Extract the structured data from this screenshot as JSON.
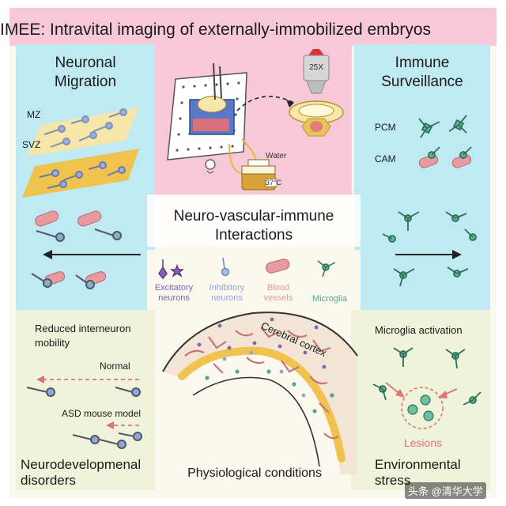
{
  "title": "IMEE: Intravital imaging of externally-immobilized embryos",
  "panels": {
    "neuronal_migration": {
      "title_line1": "Neuronal",
      "title_line2": "Migration",
      "mz": "MZ",
      "svz": "SVZ"
    },
    "immune_surveillance": {
      "title_line1": "Immune",
      "title_line2": "Surveillance",
      "pcm": "PCM",
      "cam": "CAM"
    },
    "setup": {
      "objective": "25X",
      "water": "Water",
      "temp": "37°C"
    },
    "interactions": {
      "title_line1": "Neuro-vascular-immune",
      "title_line2": "Interactions"
    },
    "legend": [
      {
        "label_line1": "Excitatory",
        "label_line2": "neurons",
        "color": "#8b5fb8"
      },
      {
        "label_line1": "Inhibitory",
        "label_line2": "neurons",
        "color": "#8fa6d6"
      },
      {
        "label_line1": "Blood",
        "label_line2": "vessels",
        "color": "#e89aa0"
      },
      {
        "label_line1": "Microglia",
        "label_line2": "",
        "color": "#4fa98a"
      }
    ],
    "neurodevelopmental": {
      "note_line1": "Reduced interneuron",
      "note_line2": "mobility",
      "normal": "Normal",
      "asd": "ASD mouse model",
      "title_line1": "Neurodevelopmenal",
      "title_line2": "disorders"
    },
    "physiological": {
      "cortex_label": "Cerebral cortex",
      "title": "Physiological conditions"
    },
    "environmental": {
      "microglia_activation": "Microglia activation",
      "lesions": "Lesions",
      "title_line1": "Environmental",
      "title_line2": "stress"
    }
  },
  "watermark": "头条 @清华大学",
  "colors": {
    "pink_bg": "#f7c9d8",
    "cyan_bg": "#bfe9f3",
    "cream_bg": "#fbf8ee",
    "green_bg": "#eef3d9",
    "neuron_blue": "#8fa6d6",
    "vessel_red": "#e08a8a",
    "microglia_green": "#4fa98a",
    "svz_gold": "#f0c24e"
  }
}
